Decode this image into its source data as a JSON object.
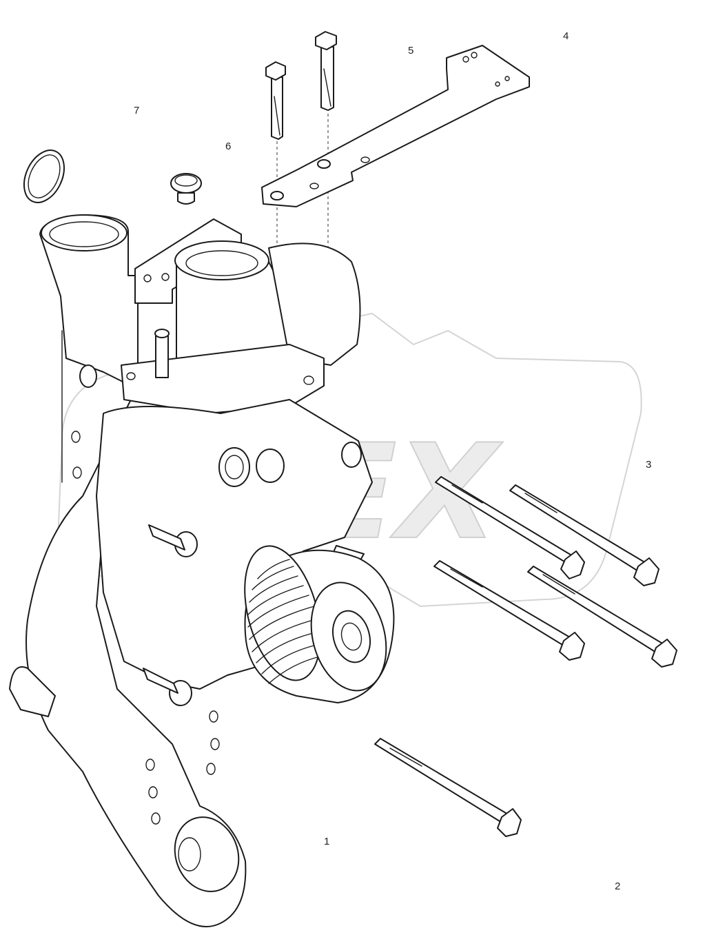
{
  "diagram": {
    "watermark": "OPEX",
    "callouts": [
      {
        "id": "1",
        "label": "1"
      },
      {
        "id": "2",
        "label": "2"
      },
      {
        "id": "3",
        "label": "3"
      },
      {
        "id": "4",
        "label": "4"
      },
      {
        "id": "5",
        "label": "5"
      },
      {
        "id": "6",
        "label": "6"
      },
      {
        "id": "7",
        "label": "7"
      }
    ],
    "colors": {
      "line": "#1a1a1a",
      "background": "#ffffff",
      "watermark": "#d4d4d4"
    }
  }
}
